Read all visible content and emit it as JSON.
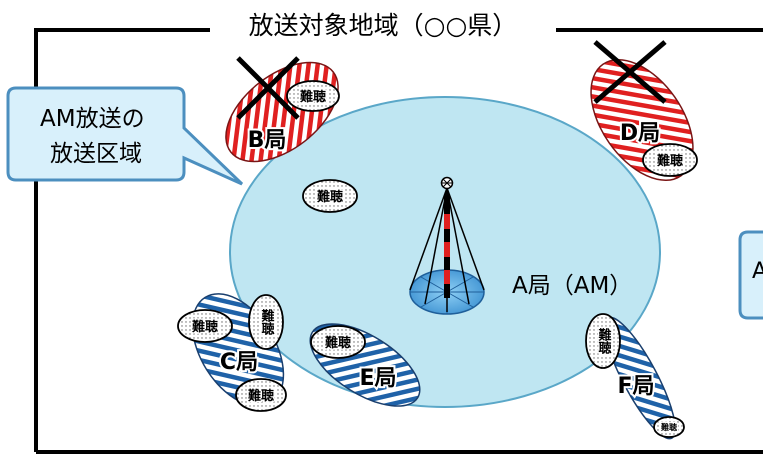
{
  "region": {
    "title": "放送対象地域（○○県）"
  },
  "callouts": {
    "am_area": "AM放送の放送区域",
    "right_partial": "A"
  },
  "stations": [
    {
      "id": "A",
      "label": "A局（AM）",
      "type": "AM main station",
      "status": "active"
    },
    {
      "id": "B",
      "label": "B局",
      "status": "removed",
      "pattern_color": "#e02020"
    },
    {
      "id": "C",
      "label": "C局",
      "status": "active",
      "pattern_color": "#1f62a8"
    },
    {
      "id": "D",
      "label": "D局",
      "status": "removed",
      "pattern_color": "#e02020"
    },
    {
      "id": "E",
      "label": "E局",
      "status": "active",
      "pattern_color": "#1f62a8"
    },
    {
      "id": "F",
      "label": "F局",
      "status": "active",
      "pattern_color": "#1f62a8"
    }
  ],
  "difficult_reception_label": "難聴",
  "colors": {
    "am_area_fill": "#bfe6f2",
    "am_area_stroke": "#5aa7c8",
    "callout_fill": "#d8f0fb",
    "callout_stroke": "#4c8fbf",
    "red_stripe": "#e02020",
    "blue_stripe": "#1f62a8",
    "tower_red": "#e02020",
    "tower_base": "#4aa8e0"
  }
}
